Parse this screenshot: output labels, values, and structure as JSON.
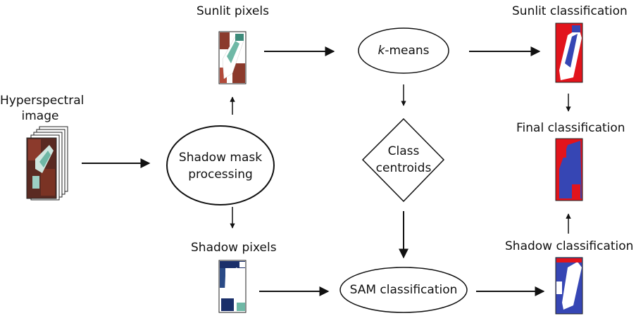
{
  "input": {
    "title_line1": "Hyperspectral",
    "title_line2": "image"
  },
  "shadow_mask": {
    "line1": "Shadow mask",
    "line2": "processing"
  },
  "sunlit_pixels": {
    "label": "Sunlit pixels"
  },
  "shadow_pixels": {
    "label": "Shadow pixels"
  },
  "kmeans": {
    "italic": "k",
    "rest": "-means"
  },
  "centroids": {
    "line1": "Class",
    "line2": "centroids"
  },
  "sam": {
    "label": "SAM classification"
  },
  "sunlit_classification": {
    "label": "Sunlit classification"
  },
  "final_classification": {
    "label": "Final classification"
  },
  "shadow_classification": {
    "label": "Shadow classification"
  },
  "colors": {
    "class_red": "#e2141c",
    "class_blue": "#3646b4",
    "shadow_navy": "#1a2f6a",
    "sunlit_teal": "#6fb8a6"
  }
}
